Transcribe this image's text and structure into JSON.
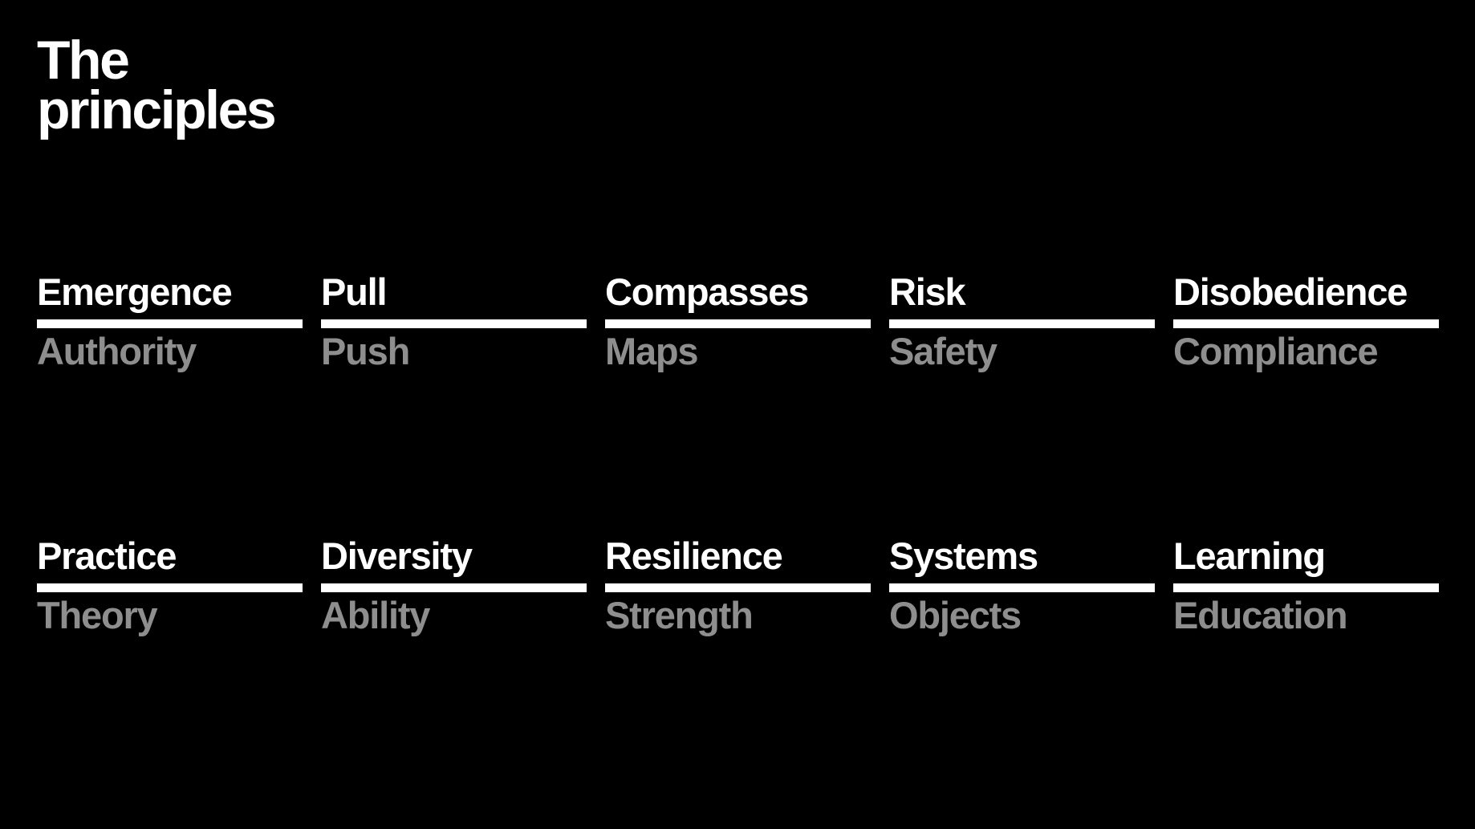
{
  "title": {
    "line1": "The",
    "line2": "principles"
  },
  "colors": {
    "background": "#000000",
    "primary_text": "#ffffff",
    "secondary_text": "#8e8e8e",
    "rule": "#ffffff"
  },
  "rows": [
    {
      "pairs": [
        {
          "over": "Emergence",
          "under": "Authority"
        },
        {
          "over": "Pull",
          "under": "Push"
        },
        {
          "over": "Compasses",
          "under": "Maps"
        },
        {
          "over": "Risk",
          "under": "Safety"
        },
        {
          "over": "Disobedience",
          "under": "Compliance"
        }
      ]
    },
    {
      "pairs": [
        {
          "over": "Practice",
          "under": "Theory"
        },
        {
          "over": "Diversity",
          "under": "Ability"
        },
        {
          "over": "Resilience",
          "under": "Strength"
        },
        {
          "over": "Systems",
          "under": "Objects"
        },
        {
          "over": "Learning",
          "under": "Education"
        }
      ]
    }
  ]
}
